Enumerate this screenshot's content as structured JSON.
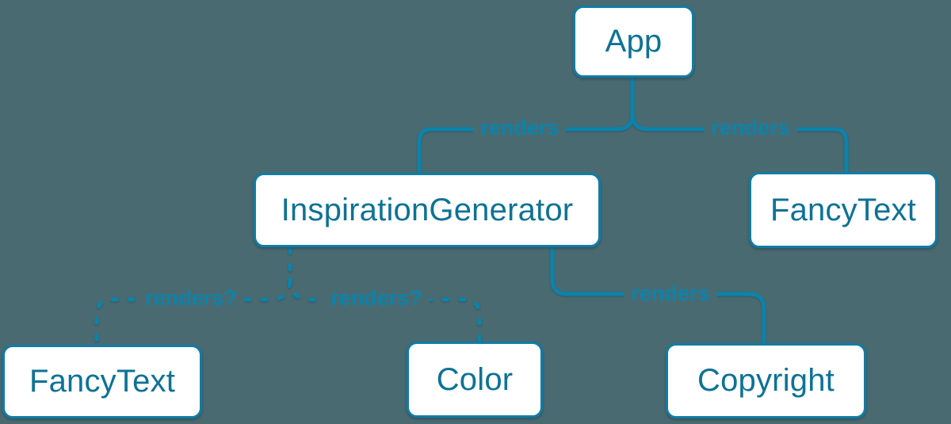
{
  "diagram": {
    "description": "render tree",
    "colors": {
      "background": "#4a6a72",
      "accent_line": "#0b83aa",
      "node_fill": "#ffffff",
      "node_border": "#0f7da5",
      "node_text": "#0e7296"
    },
    "nodes": [
      {
        "id": "app",
        "label": "App"
      },
      {
        "id": "inspiration-generator",
        "label": "InspirationGenerator"
      },
      {
        "id": "fancy-text-top",
        "label": "FancyText"
      },
      {
        "id": "fancy-text-bottom",
        "label": "FancyText"
      },
      {
        "id": "color",
        "label": "Color"
      },
      {
        "id": "copyright",
        "label": "Copyright"
      }
    ],
    "edges": [
      {
        "from": "App",
        "to": "InspirationGenerator",
        "label": "renders",
        "style": "solid"
      },
      {
        "from": "App",
        "to": "FancyText",
        "label": "renders",
        "style": "solid"
      },
      {
        "from": "InspirationGenerator",
        "to": "FancyText",
        "label": "renders?",
        "style": "dashed"
      },
      {
        "from": "InspirationGenerator",
        "to": "Color",
        "label": "renders?",
        "style": "dashed"
      },
      {
        "from": "InspirationGenerator",
        "to": "Copyright",
        "label": "renders",
        "style": "solid"
      }
    ]
  }
}
